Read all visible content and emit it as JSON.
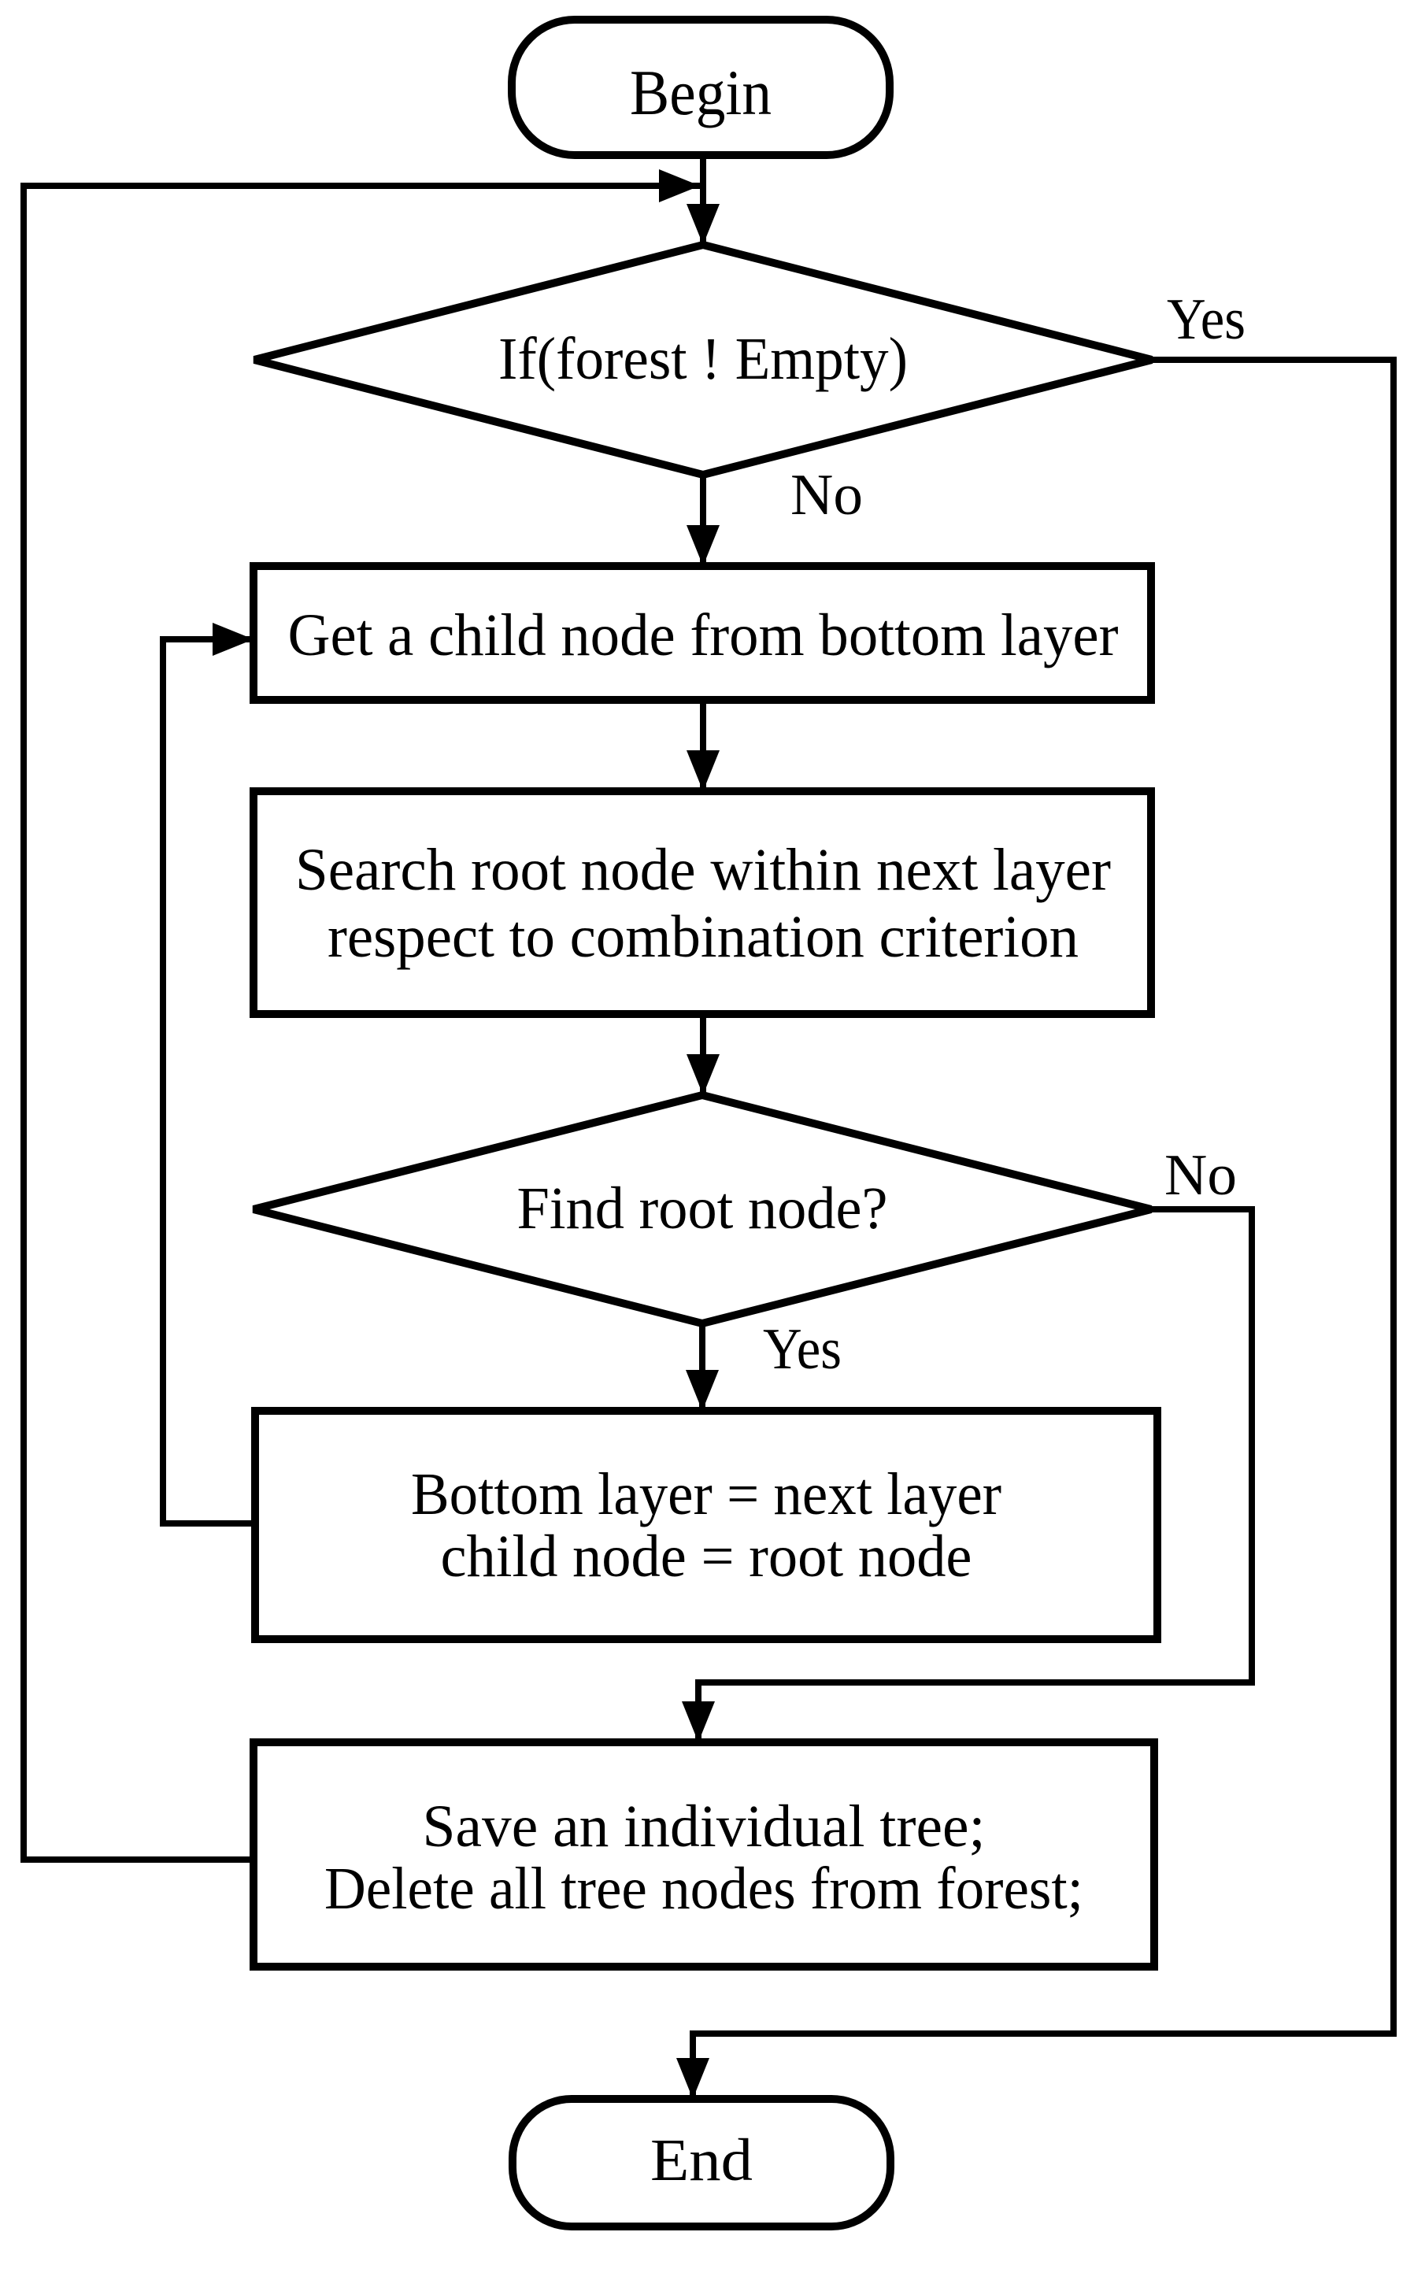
{
  "nodes": {
    "begin": {
      "type": "terminator",
      "label": "Begin"
    },
    "forest_check": {
      "type": "decision",
      "label": "If(forest ! Empty)"
    },
    "get_child": {
      "type": "process",
      "label": "Get a child node from bottom layer"
    },
    "search_root": {
      "type": "process",
      "lines": [
        "Search root node within next layer",
        "respect to combination criterion"
      ]
    },
    "find_root": {
      "type": "decision",
      "label": "Find root node?"
    },
    "assign_layers": {
      "type": "process",
      "lines": [
        "Bottom layer = next layer",
        "child node = root node"
      ]
    },
    "save_tree": {
      "type": "process",
      "lines": [
        "Save an individual tree;",
        "Delete all tree nodes from forest;"
      ]
    },
    "end": {
      "type": "terminator",
      "label": "End"
    }
  },
  "edge_labels": {
    "forest_check_yes": "Yes",
    "forest_check_no": "No",
    "find_root_no": "No",
    "find_root_yes": "Yes"
  },
  "colors": {
    "line": "#000000",
    "background": "#ffffff"
  }
}
